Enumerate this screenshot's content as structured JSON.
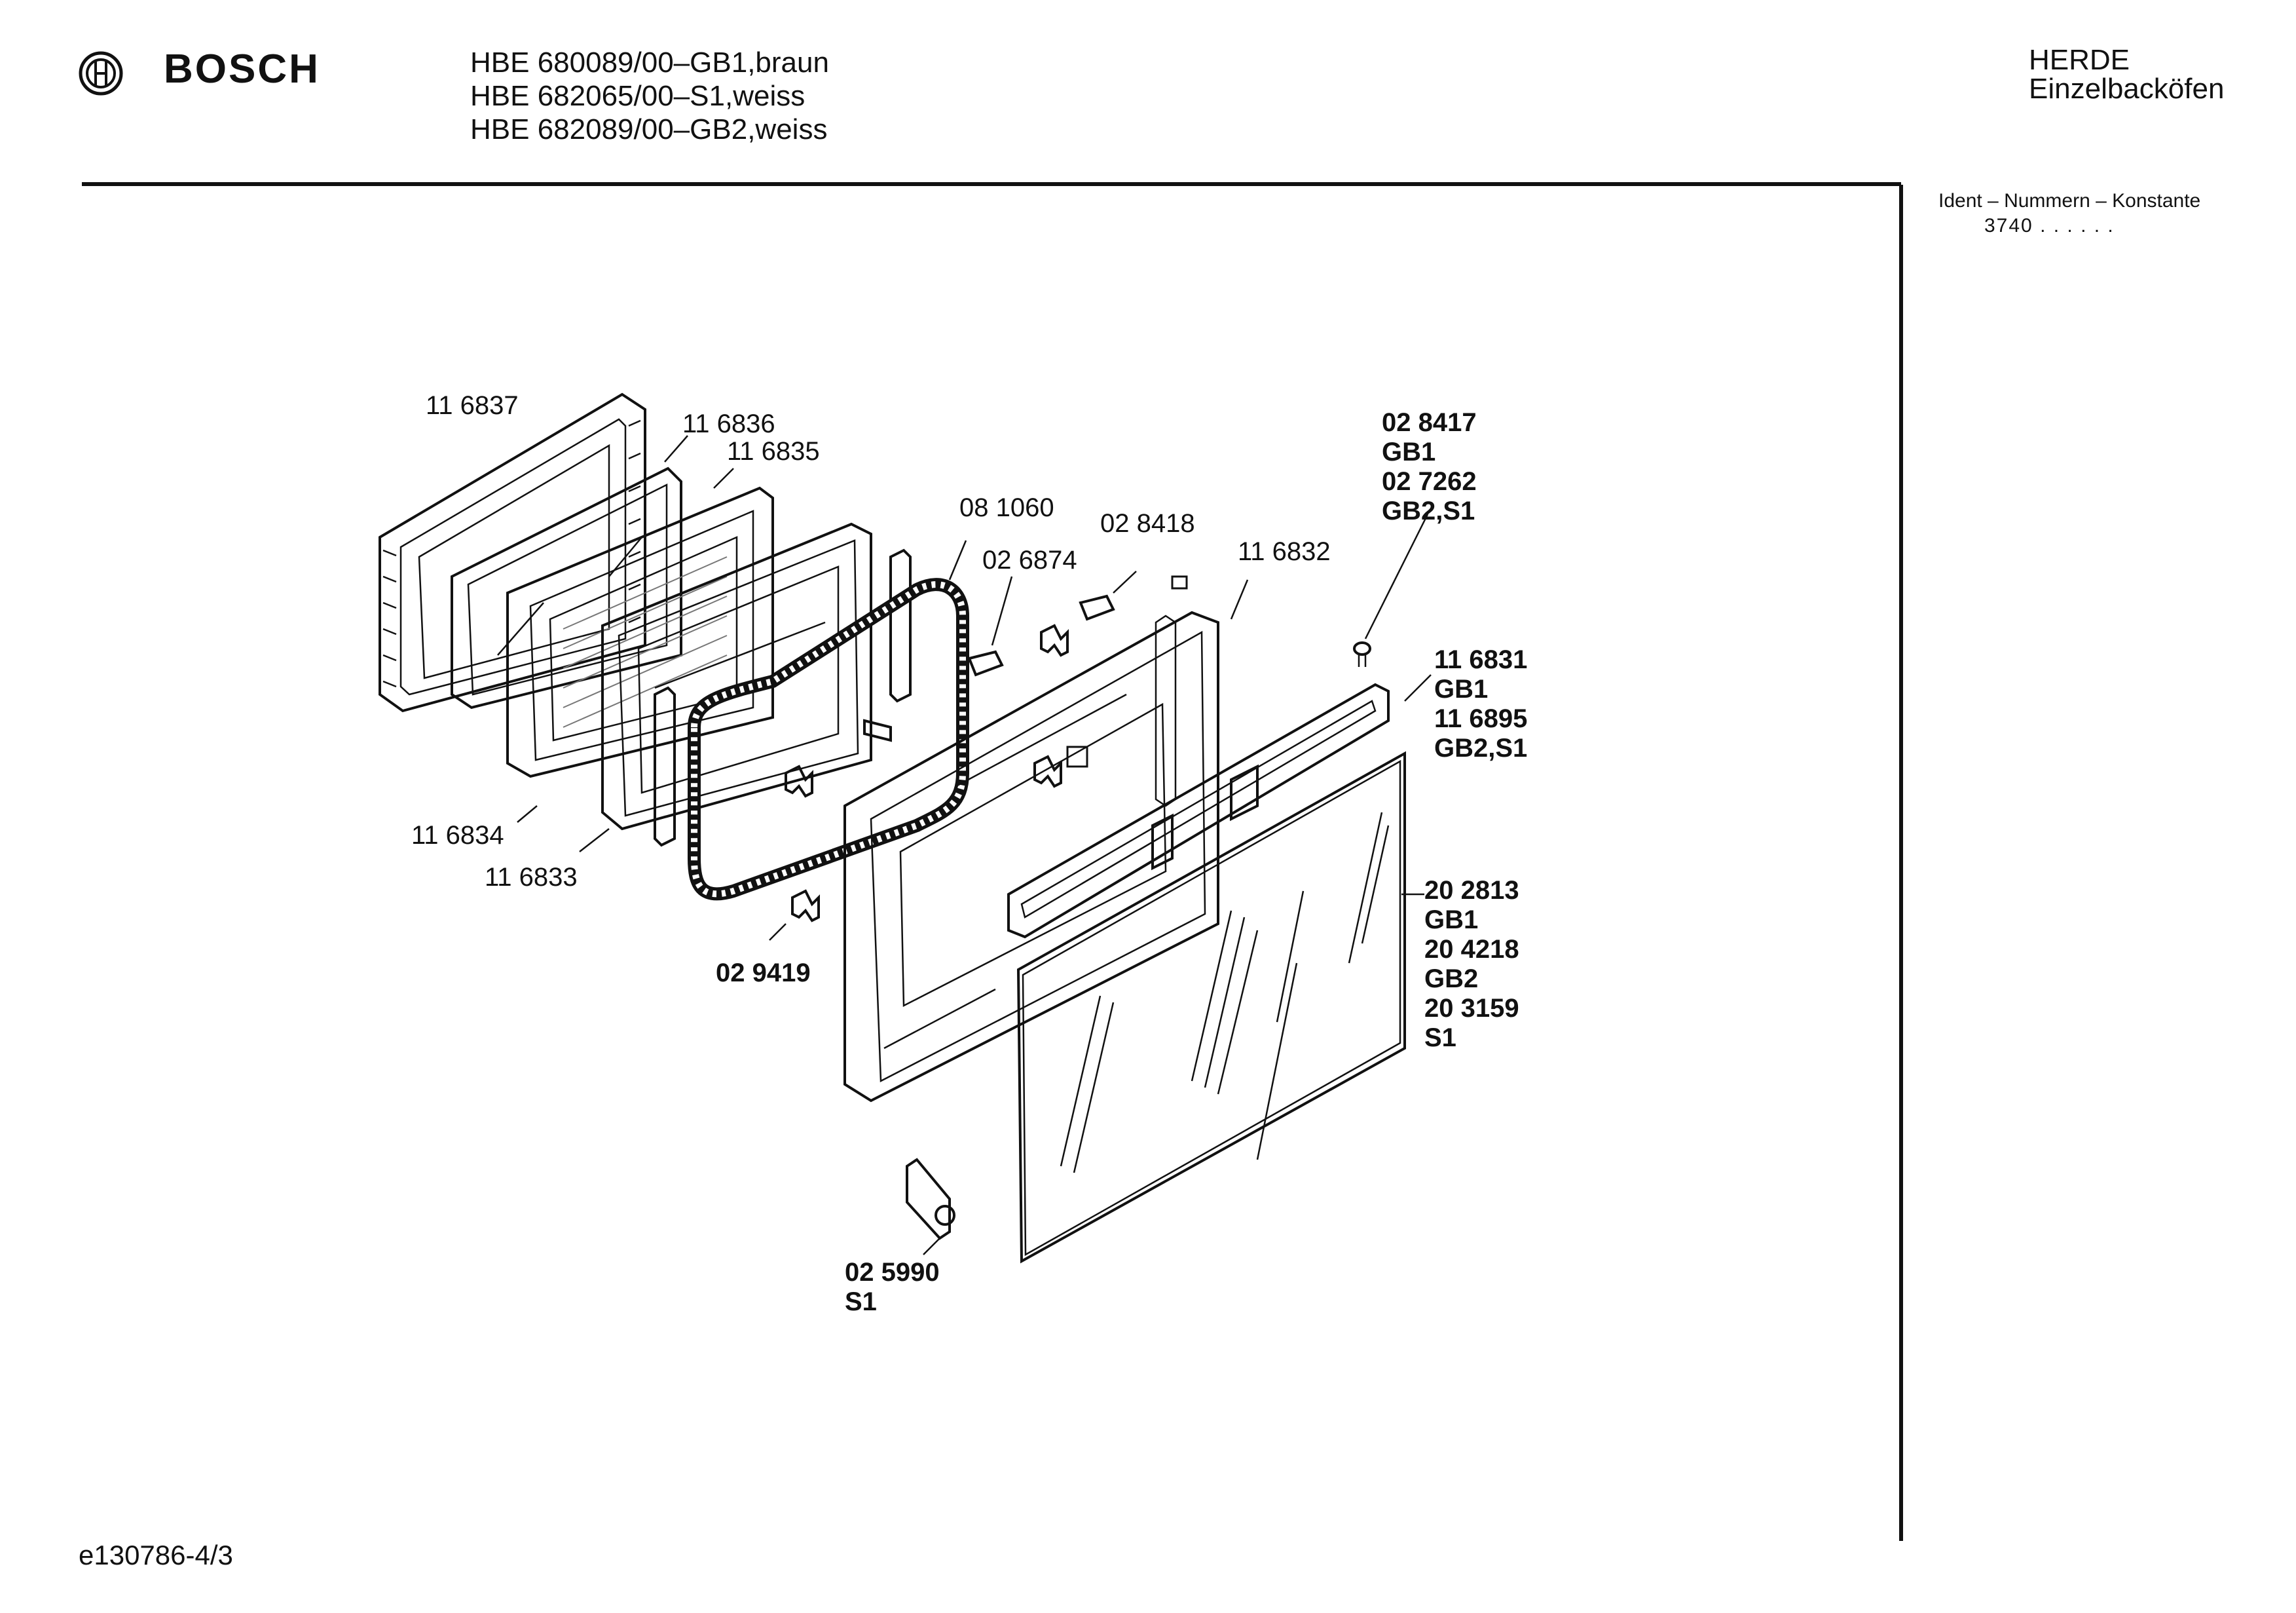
{
  "header": {
    "brand": "BOSCH",
    "models": [
      "HBE 680089/00–GB1,braun",
      "HBE 682065/00–S1,weiss",
      "HBE 682089/00–GB2,weiss"
    ],
    "category_line1": "HERDE",
    "category_line2": "Einzelbacköfen",
    "ident_label": "Ident – Nummern – Konstante",
    "ident_value": "3740 . .   . . . ."
  },
  "parts": {
    "p116837": "11 6837",
    "p116836": "11 6836",
    "p116835": "11 6835",
    "p081060": "08 1060",
    "p028418": "02 8418",
    "p026874": "02 6874",
    "p116832": "11 6832",
    "p116834": "11 6834",
    "p116833": "11 6833",
    "p029419": "02 9419",
    "knob_lines": [
      "02 8417",
      "GB1",
      "02 7262",
      "GB2,S1"
    ],
    "handle_lines": [
      "11 6831",
      "GB1",
      "11 6895",
      "GB2,S1"
    ],
    "glass_lines": [
      "20 2813",
      "GB1",
      "20 4218",
      "GB2",
      "20 3159",
      "S1"
    ],
    "hinge_lines": [
      "02 5990",
      "S1"
    ]
  },
  "footer": {
    "code": "e130786-4/3"
  }
}
